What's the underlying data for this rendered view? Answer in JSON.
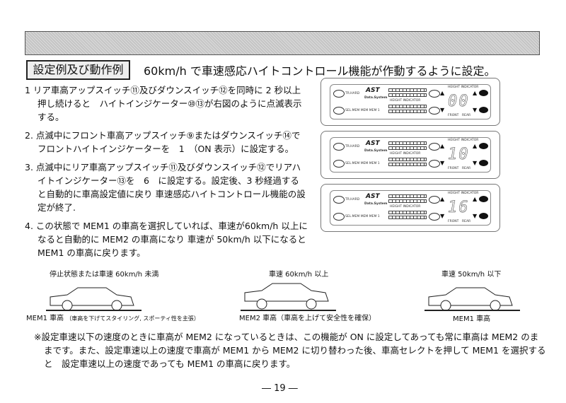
{
  "heading": "設定例及び動作例",
  "title": "60km/h で車速感応ハイトコントロール機能が作動するように設定。",
  "steps": [
    "1 リア車高アップスイッチ⑪及びダウンスイッチ⑫を同時に 2 秒以上押し続けると　ハイトインジケーター⑩⑬が右図のように点滅表示する。",
    "2. 点滅中にフロント車高アップスイッチ⑨またはダウンスイッチ⑭でフロントハイトインジケーターを　1　（ON 表示）に設定する。",
    "3. 点滅中にリア車高アップスイッチ⑪及びダウンスイッチ⑫でリアハイトインジケーター⑬を　6　に設定する。設定後、3 秒経過すると自動的に車高設定値に戻り 車速感応ハイトコントロール機能の設定が終了.",
    "4. この状態で MEM1 の車高を選択していれば、車速が60km/h 以上になると自動的に MEM2 の車高になり 車速が 50km/h 以下になると MEM1 の車高に戻ります。"
  ],
  "panel": {
    "tr_hard": "TR.HARD",
    "sel_mem": "SEL.MEM",
    "mem": "MEM",
    "mem1": "MEM 1",
    "logo": "AST",
    "brand": "Data.System",
    "height_indicator": "HEIGHT INDICATOR",
    "front": "FRONT",
    "rear": "REAR"
  },
  "displays": [
    "00",
    "10",
    "16"
  ],
  "cars": [
    {
      "condition": "停止状態または車速 60km/h 未満",
      "label": "MEM1 車高",
      "sublabel": "（車高を下げてスタイリング, スポーティ性を主張）"
    },
    {
      "condition": "車速 60km/h 以上",
      "label": "MEM2 車高（車高を上げて安全性を確保）"
    },
    {
      "condition": "車速 50km/h 以下",
      "label": "MEM1 車高"
    }
  ],
  "note": "※設定車速以下の速度のときに車高が MEM2 になっているときは、この機能が ON に設定してあっても常に車高は MEM2 のままです。また、設定車速以上の速度で車高が MEM1 から MEM2 に切り替わった後、車高セレクトを押して MEM1 を選択すると　設定車速以上の速度であっても MEM1 の車高に戻ります。",
  "page_number": "― 19 ―"
}
